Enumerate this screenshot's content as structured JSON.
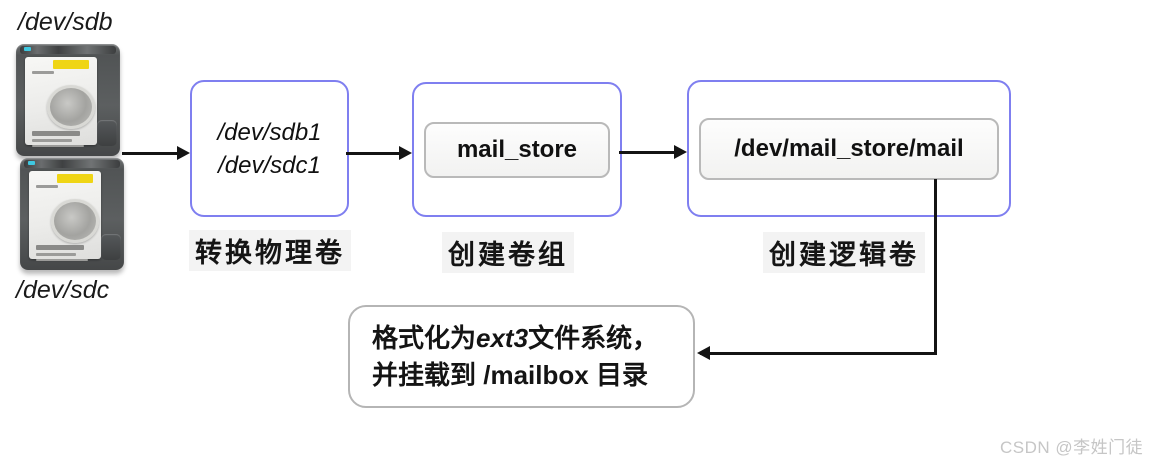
{
  "disks": {
    "top": "/dev/sdb",
    "bottom": "/dev/sdc"
  },
  "flow": {
    "physical_volume": {
      "line1": "/dev/sdb1",
      "line2": "/dev/sdc1",
      "caption": "转换物理卷"
    },
    "volume_group": {
      "name": "mail_store",
      "caption": "创建卷组"
    },
    "logical_volume": {
      "path": "/dev/mail_store/mail",
      "caption": "创建逻辑卷"
    },
    "format_step": {
      "line1_prefix": "格式化为",
      "line1_italic": "ext3",
      "line1_suffix": "文件系统，",
      "line2_prefix": "并挂载到 ",
      "line2_path": "/mailbox",
      "line2_suffix": " 目录"
    }
  },
  "watermark": "CSDN @李姓门徒",
  "colors": {
    "flow_box_border": "#7f7ff0",
    "chip_border": "#b9b9b9",
    "note_box_border": "#b5b5b5",
    "arrow": "#141414",
    "disk_sticker": "#efd515",
    "watermark_text": "#c6c6c6",
    "caption_background": "#f3f3f3"
  }
}
